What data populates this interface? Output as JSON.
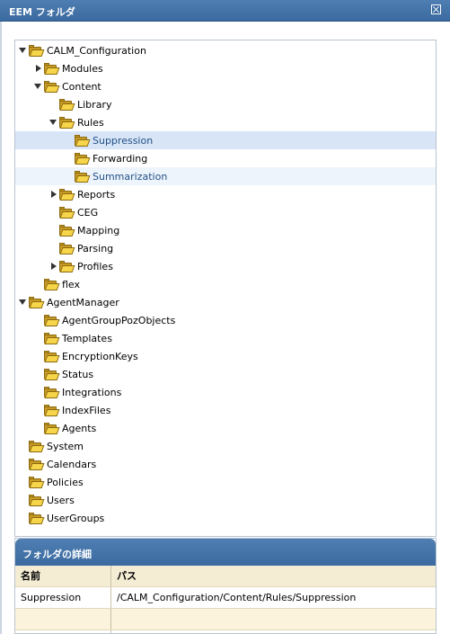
{
  "window": {
    "title": "EEM フォルダ"
  },
  "tree": [
    {
      "label": "CALM_Configuration",
      "depth": 0,
      "toggle": "expanded"
    },
    {
      "label": "Modules",
      "depth": 1,
      "toggle": "collapsed"
    },
    {
      "label": "Content",
      "depth": 1,
      "toggle": "expanded"
    },
    {
      "label": "Library",
      "depth": 2,
      "toggle": "none"
    },
    {
      "label": "Rules",
      "depth": 2,
      "toggle": "expanded"
    },
    {
      "label": "Suppression",
      "depth": 3,
      "toggle": "none",
      "state": "selected"
    },
    {
      "label": "Forwarding",
      "depth": 3,
      "toggle": "none"
    },
    {
      "label": "Summarization",
      "depth": 3,
      "toggle": "none",
      "state": "hover"
    },
    {
      "label": "Reports",
      "depth": 2,
      "toggle": "collapsed"
    },
    {
      "label": "CEG",
      "depth": 2,
      "toggle": "none"
    },
    {
      "label": "Mapping",
      "depth": 2,
      "toggle": "none"
    },
    {
      "label": "Parsing",
      "depth": 2,
      "toggle": "none"
    },
    {
      "label": "Profiles",
      "depth": 2,
      "toggle": "collapsed"
    },
    {
      "label": "flex",
      "depth": 1,
      "toggle": "none"
    },
    {
      "label": "AgentManager",
      "depth": 0,
      "toggle": "expanded"
    },
    {
      "label": "AgentGroupPozObjects",
      "depth": 1,
      "toggle": "none"
    },
    {
      "label": "Templates",
      "depth": 1,
      "toggle": "none"
    },
    {
      "label": "EncryptionKeys",
      "depth": 1,
      "toggle": "none"
    },
    {
      "label": "Status",
      "depth": 1,
      "toggle": "none"
    },
    {
      "label": "Integrations",
      "depth": 1,
      "toggle": "none"
    },
    {
      "label": "IndexFiles",
      "depth": 1,
      "toggle": "none"
    },
    {
      "label": "Agents",
      "depth": 1,
      "toggle": "none"
    },
    {
      "label": "System",
      "depth": 0,
      "toggle": "none"
    },
    {
      "label": "Calendars",
      "depth": 0,
      "toggle": "none"
    },
    {
      "label": "Policies",
      "depth": 0,
      "toggle": "none"
    },
    {
      "label": "Users",
      "depth": 0,
      "toggle": "none"
    },
    {
      "label": "UserGroups",
      "depth": 0,
      "toggle": "none"
    }
  ],
  "details": {
    "title": "フォルダの詳細",
    "columns": {
      "name": "名前",
      "path": "パス"
    },
    "rows": [
      {
        "name": "Suppression",
        "path": "/CALM_Configuration/Content/Rules/Suppression"
      },
      {
        "name": "",
        "path": ""
      },
      {
        "name": "",
        "path": ""
      }
    ]
  }
}
